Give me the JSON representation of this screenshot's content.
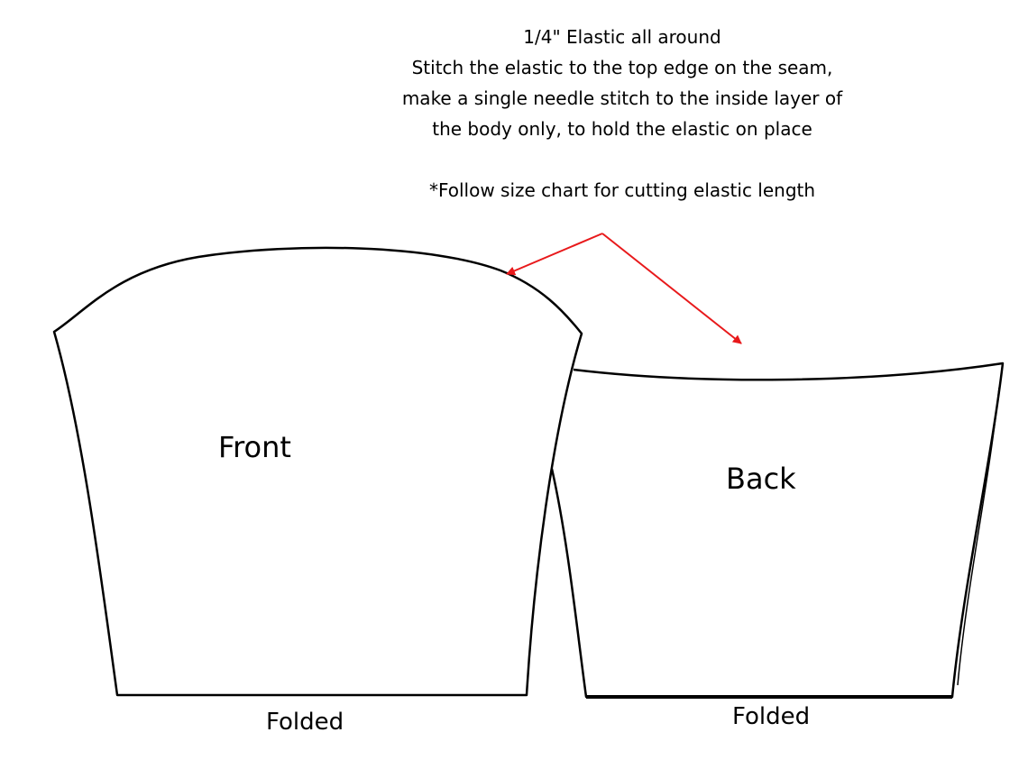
{
  "instructions": {
    "line1": "1/4\" Elastic all around",
    "line2": "Stitch the elastic to the top edge on the seam,",
    "line3": "make a single needle stitch to the inside layer of",
    "line4": "the body only, to hold the elastic on place",
    "note": "*Follow size chart for cutting elastic length"
  },
  "pieces": {
    "front": {
      "label": "Front",
      "fold_label": "Folded"
    },
    "back": {
      "label": "Back",
      "fold_label": "Folded"
    }
  },
  "colors": {
    "outline": "#000000",
    "arrow": "#e8191b",
    "background": "#ffffff"
  }
}
